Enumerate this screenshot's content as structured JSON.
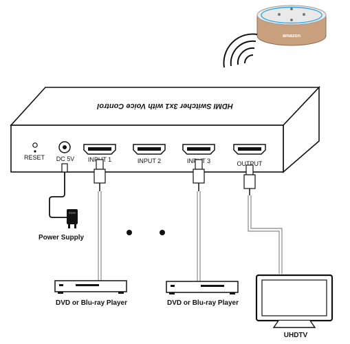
{
  "device": {
    "title": "HDMI Switcher 3x1 with Voice Control",
    "ports": {
      "reset": "RESET",
      "dc": "DC 5V",
      "input1": "INPUT 1",
      "input2": "INPUT 2",
      "input3": "INPUT 3",
      "output": "OUTPUT"
    }
  },
  "speaker": {
    "brand": "amazon"
  },
  "labels": {
    "power_supply": "Power Supply",
    "player1": "DVD or Blu-ray Player",
    "player2": "DVD or Blu-ray Player",
    "tv": "UHDTV"
  },
  "colors": {
    "line": "#111111",
    "cable": "#888888",
    "speaker_body": "#c9a07e",
    "speaker_top": "#e9e9ea",
    "speaker_ring": "#2ea8e8"
  }
}
